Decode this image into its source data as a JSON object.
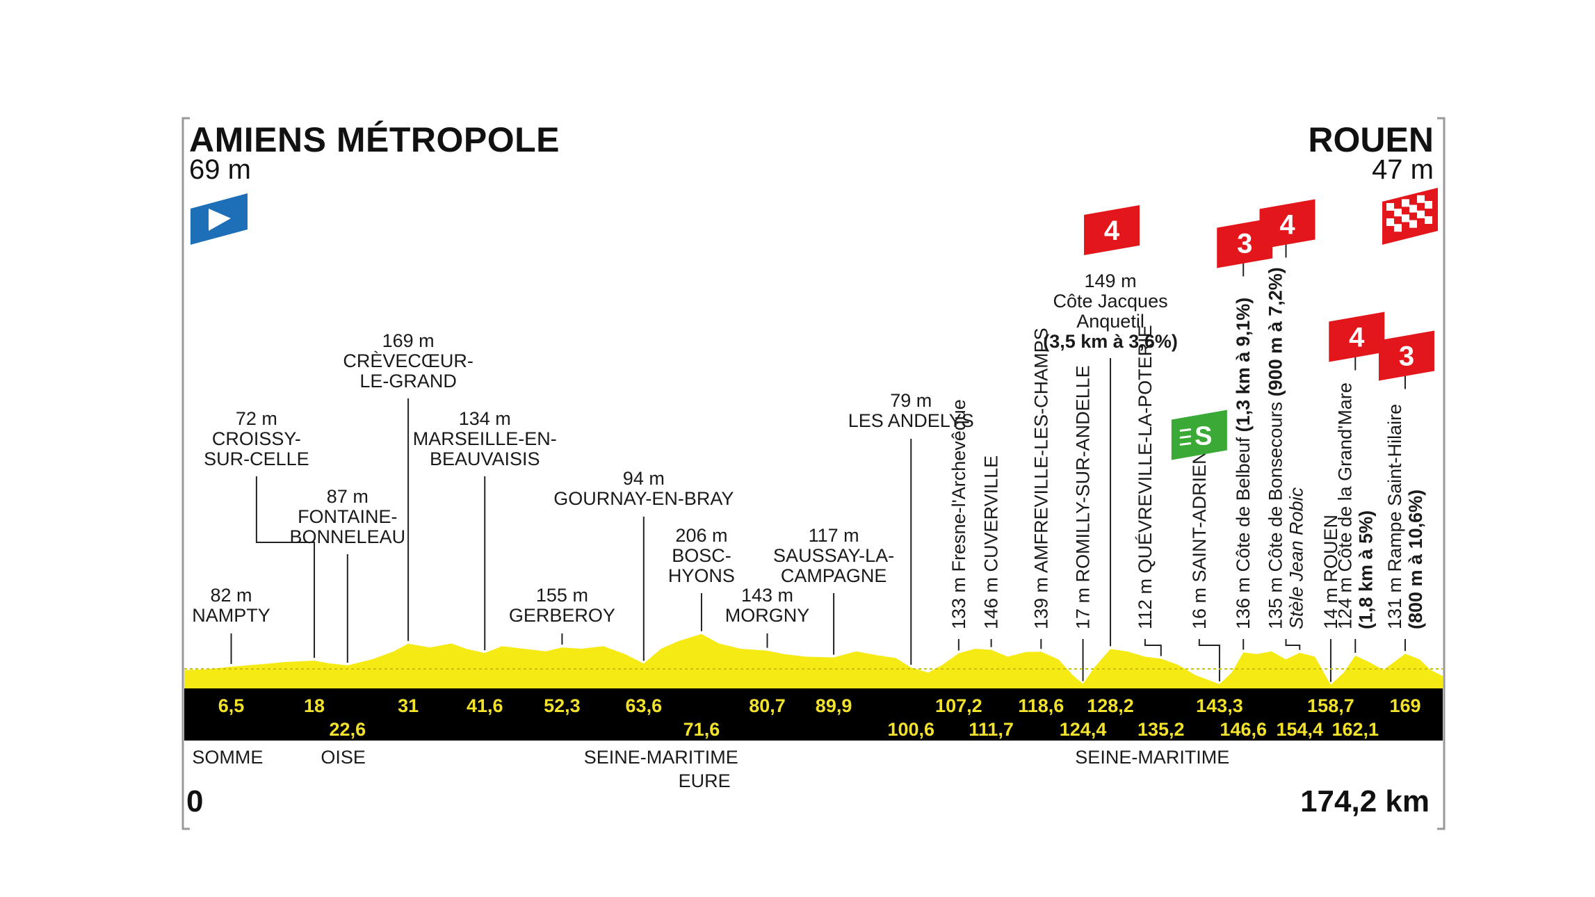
{
  "start": {
    "name": "AMIENS MÉTROPOLE",
    "alt": "69 m"
  },
  "finish": {
    "name": "ROUEN",
    "alt": "47 m"
  },
  "distance": {
    "start": "0",
    "end": "174,2 km"
  },
  "colors": {
    "profile": "#f5ea14",
    "band": "#000000",
    "km_text": "#f2e22b",
    "climb": "#e3171b",
    "sprint": "#3aa935",
    "start_flag": "#1d6fb8"
  },
  "icons": {
    "start": "start-flag-icon",
    "finish": "checkered-flag-icon",
    "sprint": "sprint-icon",
    "climb": "climb-category-icon"
  },
  "chart_data": {
    "type": "area",
    "xlabel": "",
    "ylabel": "",
    "xlim": [
      0,
      174.2
    ],
    "profile": {
      "x": [
        0,
        3,
        6.5,
        10,
        14,
        18,
        20,
        22.6,
        26,
        29,
        31,
        34,
        37,
        39,
        41.6,
        44,
        47,
        50,
        52.3,
        55,
        58,
        61,
        63.6,
        66,
        68.5,
        71.6,
        74,
        77,
        80.7,
        83,
        86,
        89.9,
        93,
        96,
        98.5,
        100.6,
        103,
        105,
        107.2,
        109.5,
        111.7,
        114,
        116.5,
        118.6,
        121,
        123,
        124.4,
        126,
        128.2,
        130.5,
        133,
        135.2,
        137.5,
        140,
        143.3,
        145,
        146.6,
        148.5,
        150.5,
        152.5,
        154.4,
        156.5,
        158.7,
        160.5,
        162.1,
        164,
        166,
        169,
        171,
        172.5,
        174.2
      ],
      "y": [
        69,
        72,
        82,
        90,
        100,
        105,
        95,
        87,
        110,
        140,
        169,
        155,
        170,
        150,
        134,
        160,
        150,
        140,
        155,
        150,
        160,
        130,
        94,
        150,
        180,
        206,
        170,
        150,
        143,
        130,
        120,
        117,
        140,
        125,
        115,
        79,
        60,
        90,
        133,
        150,
        146,
        120,
        138,
        139,
        110,
        50,
        17,
        80,
        149,
        140,
        120,
        112,
        90,
        50,
        16,
        60,
        136,
        130,
        140,
        110,
        135,
        120,
        14,
        60,
        124,
        100,
        70,
        131,
        110,
        70,
        47
      ]
    },
    "km_points": [
      {
        "km": 6.5,
        "label": "6,5",
        "row": 0
      },
      {
        "km": 18,
        "label": "18",
        "row": 0
      },
      {
        "km": 22.6,
        "label": "22,6",
        "row": 1
      },
      {
        "km": 31,
        "label": "31",
        "row": 0
      },
      {
        "km": 41.6,
        "label": "41,6",
        "row": 0
      },
      {
        "km": 52.3,
        "label": "52,3",
        "row": 0
      },
      {
        "km": 63.6,
        "label": "63,6",
        "row": 0
      },
      {
        "km": 71.6,
        "label": "71,6",
        "row": 1
      },
      {
        "km": 80.7,
        "label": "80,7",
        "row": 0
      },
      {
        "km": 89.9,
        "label": "89,9",
        "row": 0
      },
      {
        "km": 100.6,
        "label": "100,6",
        "row": 1
      },
      {
        "km": 107.2,
        "label": "107,2",
        "row": 0
      },
      {
        "km": 111.7,
        "label": "111,7",
        "row": 1
      },
      {
        "km": 118.6,
        "label": "118,6",
        "row": 0
      },
      {
        "km": 124.4,
        "label": "124,4",
        "row": 1
      },
      {
        "km": 128.2,
        "label": "128,2",
        "row": 0
      },
      {
        "km": 135.2,
        "label": "135,2",
        "row": 1
      },
      {
        "km": 143.3,
        "label": "143,3",
        "row": 0
      },
      {
        "km": 146.6,
        "label": "146,6",
        "row": 1
      },
      {
        "km": 154.4,
        "label": "154,4",
        "row": 1
      },
      {
        "km": 158.7,
        "label": "158,7",
        "row": 0
      },
      {
        "km": 162.1,
        "label": "162,1",
        "row": 1
      },
      {
        "km": 169,
        "label": "169",
        "row": 0
      }
    ],
    "places": [
      {
        "km": 6.5,
        "alt": "82 m",
        "lines": [
          "NAMPTY"
        ],
        "bold": [],
        "style": "h",
        "level": 1
      },
      {
        "km": 18,
        "alt": "72 m",
        "lines": [
          "CROISSY-",
          "SUR-CELLE"
        ],
        "bold": [],
        "style": "h",
        "level": 5,
        "label_km": 10
      },
      {
        "km": 22.6,
        "alt": "87 m",
        "lines": [
          "FONTAINE-",
          "BONNELEAU"
        ],
        "bold": [],
        "style": "h",
        "level": 3
      },
      {
        "km": 31,
        "alt": "169 m",
        "lines": [
          "CRÈVECŒUR-",
          "LE-GRAND"
        ],
        "bold": [],
        "style": "h",
        "level": 7
      },
      {
        "km": 41.6,
        "alt": "134 m",
        "lines": [
          "MARSEILLE-EN-",
          "BEAUVAISIS"
        ],
        "bold": [],
        "style": "h",
        "level": 5
      },
      {
        "km": 52.3,
        "alt": "155 m",
        "lines": [
          "GERBEROY"
        ],
        "bold": [],
        "style": "h",
        "level": 1
      },
      {
        "km": 63.6,
        "alt": "94 m",
        "lines": [
          "GOURNAY-EN-BRAY"
        ],
        "bold": [],
        "style": "h",
        "level": 4
      },
      {
        "km": 71.6,
        "alt": "206 m",
        "lines": [
          "BOSC-",
          "HYONS"
        ],
        "bold": [],
        "style": "h",
        "level": 2
      },
      {
        "km": 80.7,
        "alt": "143 m",
        "lines": [
          "MORGNY"
        ],
        "bold": [],
        "style": "h",
        "level": 1
      },
      {
        "km": 89.9,
        "alt": "117 m",
        "lines": [
          "SAUSSAY-LA-",
          "CAMPAGNE"
        ],
        "bold": [],
        "style": "h",
        "level": 2
      },
      {
        "km": 100.6,
        "alt": "79 m",
        "lines": [
          "LES ANDELYS"
        ],
        "bold": [],
        "style": "h",
        "level": 6
      },
      {
        "km": 107.2,
        "alt": "133 m",
        "lines": [
          "Fresne-l'Archevêque"
        ],
        "bold": [],
        "style": "v"
      },
      {
        "km": 111.7,
        "alt": "146 m",
        "lines": [
          "CUVERVILLE"
        ],
        "bold": [],
        "style": "v"
      },
      {
        "km": 118.6,
        "alt": "139 m",
        "lines": [
          "AMFREVILLE-LES-CHAMPS"
        ],
        "bold": [],
        "style": "v"
      },
      {
        "km": 124.4,
        "alt": "17 m",
        "lines": [
          "ROMILLY-SUR-ANDELLE"
        ],
        "bold": [],
        "style": "v"
      },
      {
        "km": 128.2,
        "alt": "149 m",
        "lines": [
          "Côte Jacques",
          "Anquetil",
          "(3,5 km à 3,6%)"
        ],
        "bold": [
          2
        ],
        "style": "h",
        "level": 8,
        "category": "4"
      },
      {
        "km": 135.2,
        "alt": "112 m",
        "lines": [
          "QUÉVREVILLE-LA-POTERIE"
        ],
        "bold": [],
        "style": "v",
        "label_km": 133
      },
      {
        "km": 143.3,
        "alt": "16 m",
        "lines": [
          "SAINT-ADRIEN"
        ],
        "bold": [],
        "style": "v",
        "label_km": 140.5,
        "sprint": true
      },
      {
        "km": 146.6,
        "alt": "136 m",
        "lines": [
          "Côte de Belbeuf (1,3 km à 9,1%)"
        ],
        "bold": [
          0
        ],
        "bold_from": 16,
        "style": "v",
        "category": "3"
      },
      {
        "km": 154.4,
        "alt": "135 m",
        "lines": [
          "Côte de Bonsecours (900 m à 7,2%)",
          "Stèle Jean Robic"
        ],
        "bold": [],
        "bold_from": 19,
        "style": "v",
        "label_km": 152.5,
        "category": "4"
      },
      {
        "km": 158.7,
        "alt": "14 m",
        "lines": [
          "ROUEN"
        ],
        "bold": [],
        "style": "v"
      },
      {
        "km": 162.1,
        "alt": "124 m",
        "lines": [
          "Côte de la Grand'Mare",
          "(1,8 km à 5%)"
        ],
        "bold": [
          1
        ],
        "style": "v",
        "category": "4"
      },
      {
        "km": 169,
        "alt": "131 m",
        "lines": [
          "Rampe Saint-Hilaire",
          "(800 m à 10,6%)"
        ],
        "bold": [
          1
        ],
        "style": "v",
        "category": "3"
      }
    ],
    "departments": [
      {
        "name": "SOMME",
        "km": 6,
        "row": 0
      },
      {
        "name": "OISE",
        "km": 22,
        "row": 0
      },
      {
        "name": "SEINE-MARITIME",
        "km": 66,
        "row": 0
      },
      {
        "name": "EURE",
        "km": 72,
        "row": 1
      },
      {
        "name": "SEINE-MARITIME",
        "km": 134,
        "row": 0
      }
    ]
  }
}
